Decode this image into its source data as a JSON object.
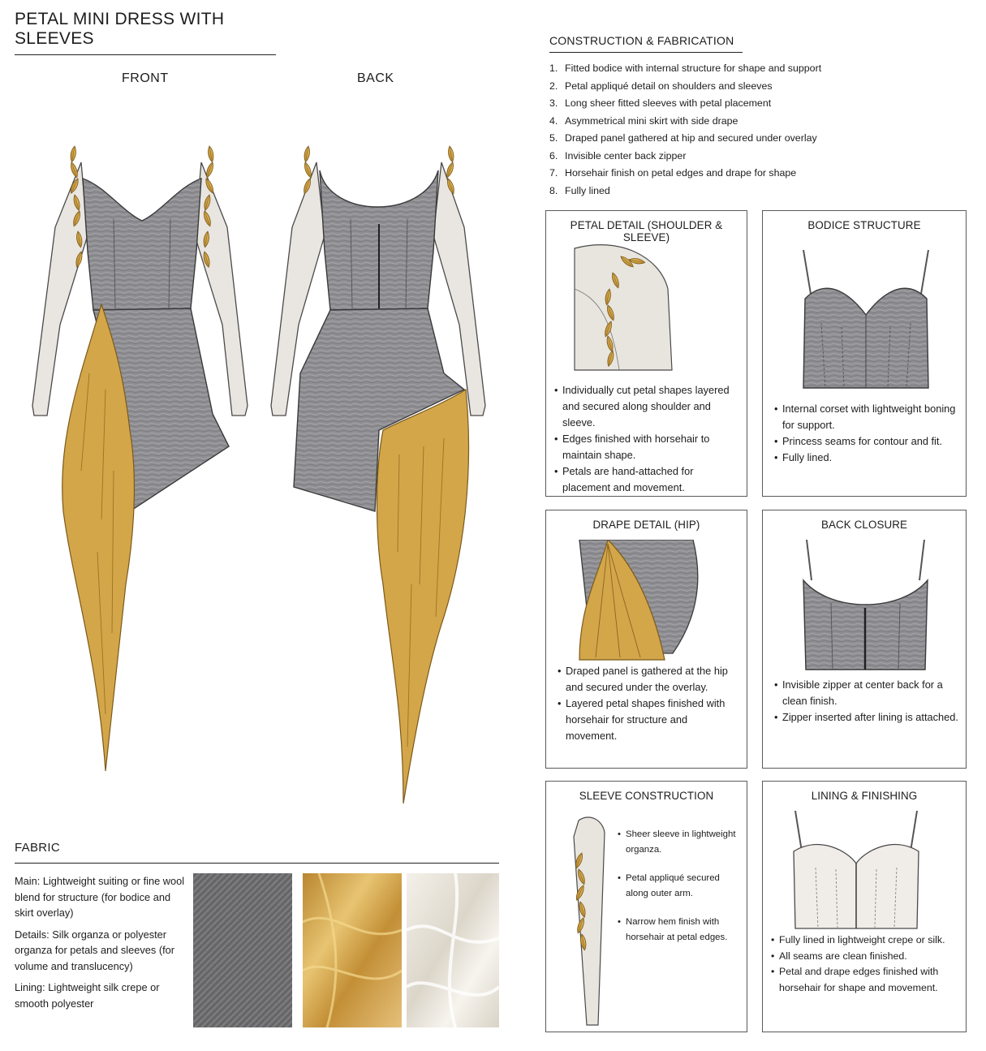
{
  "title": "PETAL MINI DRESS WITH SLEEVES",
  "views": {
    "front": "FRONT",
    "back": "BACK"
  },
  "construction": {
    "title": "CONSTRUCTION & FABRICATION",
    "items": [
      {
        "num": "1.",
        "text": "Fitted bodice with internal structure for shape and support"
      },
      {
        "num": "2.",
        "text": "Petal appliqué detail on shoulders and sleeves"
      },
      {
        "num": "3.",
        "text": "Long sheer fitted sleeves with petal placement"
      },
      {
        "num": "4.",
        "text": "Asymmetrical mini skirt with side drape"
      },
      {
        "num": "5.",
        "text": "Draped panel gathered at hip and secured under overlay"
      },
      {
        "num": "6.",
        "text": "Invisible center back zipper"
      },
      {
        "num": "7.",
        "text": "Horsehair finish on petal edges and drape for shape"
      },
      {
        "num": "8.",
        "text": "Fully lined"
      }
    ]
  },
  "panels": {
    "petal": {
      "title": "PETAL DETAIL (SHOULDER & SLEEVE)",
      "bullets": [
        "Individually cut petal shapes layered and secured along shoulder and sleeve.",
        "Edges finished with horsehair to maintain shape.",
        "Petals are hand-attached for placement and movement."
      ]
    },
    "bodice": {
      "title": "BODICE STRUCTURE",
      "bullets": [
        "Internal corset with lightweight boning for support.",
        "Princess seams for contour and fit.",
        "Fully lined."
      ]
    },
    "drape": {
      "title": "DRAPE DETAIL (HIP)",
      "bullets": [
        "Draped panel is gathered at the hip and secured under the overlay.",
        "Layered petal shapes finished with horsehair for structure and movement."
      ]
    },
    "closure": {
      "title": "BACK CLOSURE",
      "bullets": [
        "Invisible zipper at center back for a clean finish.",
        "Zipper inserted after lining is attached."
      ]
    },
    "sleeve": {
      "title": "SLEEVE CONSTRUCTION",
      "bullets": [
        "Sheer sleeve in lightweight organza.",
        "Petal appliqué secured along outer arm.",
        "Narrow hem finish with horsehair at petal edges."
      ]
    },
    "lining": {
      "title": "LINING & FINISHING",
      "bullets": [
        "Fully lined in lightweight crepe or silk.",
        "All seams are clean finished.",
        "Petal and drape edges finished with horsehair for shape and movement."
      ]
    }
  },
  "fabric": {
    "title": "FABRIC",
    "notes": [
      "Main: Lightweight suiting or fine wool blend for structure (for bodice and skirt overlay)",
      "Details: Silk organza or polyester organza for petals and sleeves (for volume and translucency)",
      "Lining: Lightweight silk crepe or smooth polyester"
    ],
    "swatch_colors": [
      "#6f6f72",
      "#c99a3e",
      "#ebe6dc"
    ]
  },
  "colors": {
    "suiting": "#8d8d92",
    "gold": "#d2a546",
    "organza": "#e7e4de",
    "ink": "#2a2a2a"
  }
}
